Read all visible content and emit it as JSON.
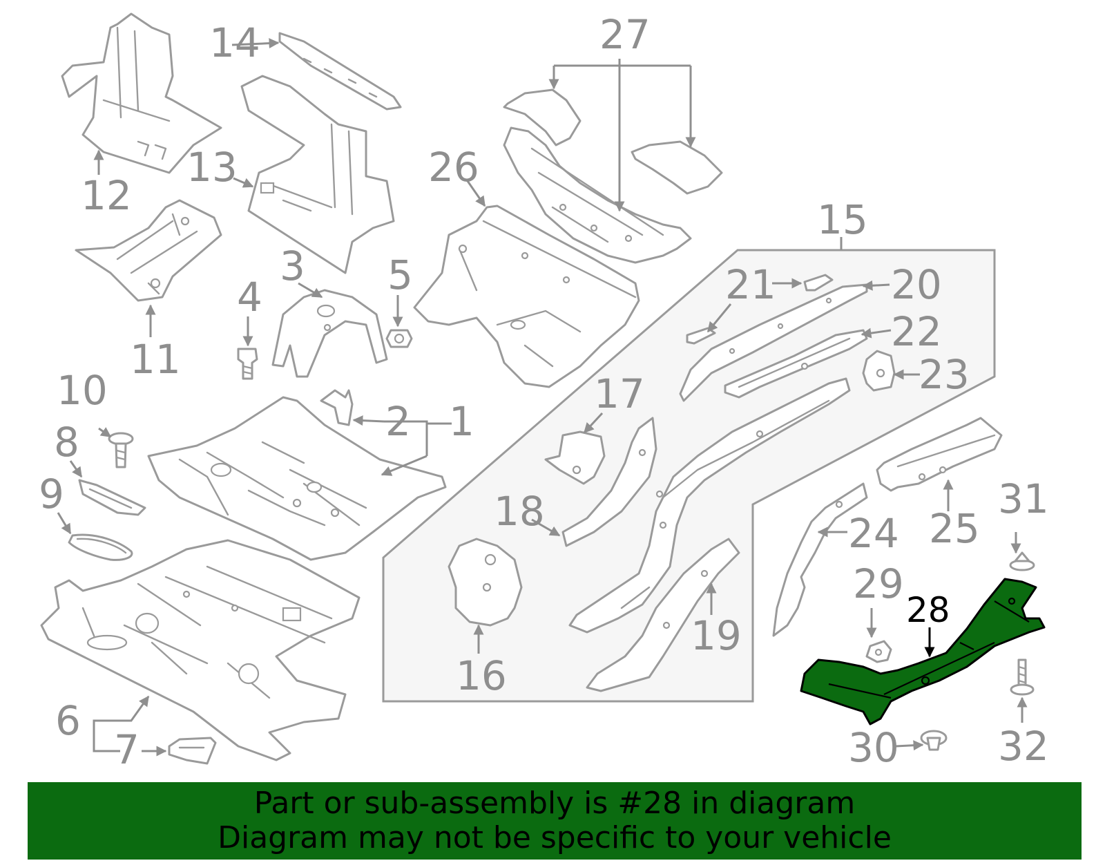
{
  "diagram": {
    "highlighted_part": "28",
    "highlight_color": "#0b6b10",
    "callout_labels": [
      "1",
      "2",
      "3",
      "4",
      "5",
      "6",
      "7",
      "8",
      "9",
      "10",
      "11",
      "12",
      "13",
      "14",
      "15",
      "16",
      "17",
      "18",
      "19",
      "20",
      "21",
      "22",
      "23",
      "24",
      "25",
      "26",
      "27",
      "28",
      "29",
      "30",
      "31",
      "32"
    ]
  },
  "banner": {
    "line1": "Part or sub-assembly is #28 in diagram",
    "line2": "Diagram may not be specific to your vehicle",
    "background_color": "#0b6b10"
  }
}
